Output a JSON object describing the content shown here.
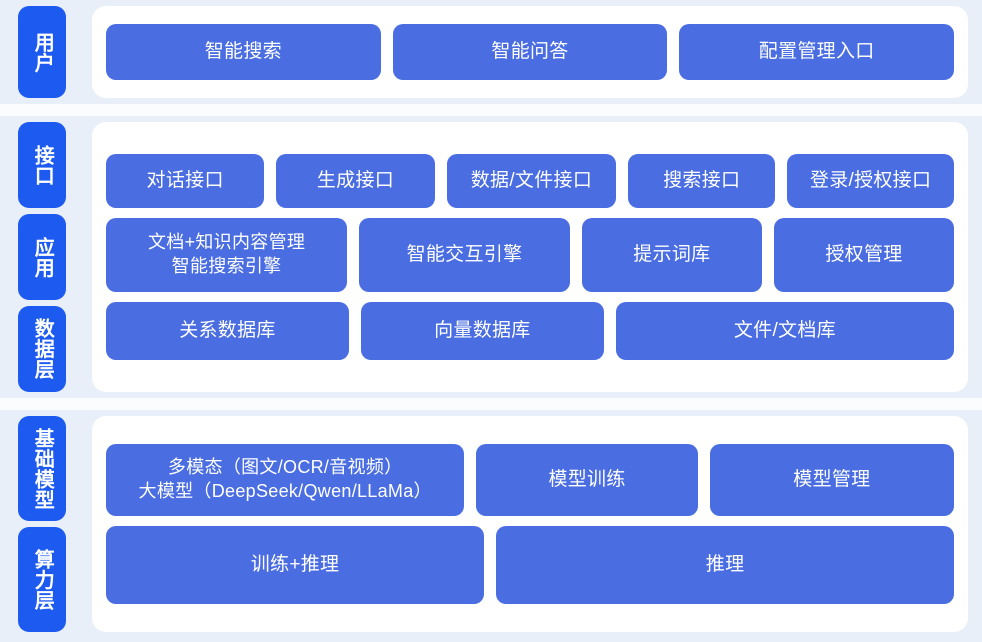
{
  "theme": {
    "page_background": "#e9eff8",
    "panel_background": "#ffffff",
    "node_color": "#4a6de2",
    "rail_tab_color": "#1d5bf0",
    "text_color": "#ffffff"
  },
  "sections": [
    {
      "id": "user",
      "rails": [
        {
          "label": "用户"
        }
      ],
      "rows": [
        {
          "id": "row-user",
          "nodes": [
            {
              "label": "智能搜索",
              "flex": 1
            },
            {
              "label": "智能问答",
              "flex": 1
            },
            {
              "label": "配置管理入口",
              "flex": 1
            }
          ]
        }
      ]
    },
    {
      "id": "mid",
      "rails": [
        {
          "label": "接口"
        },
        {
          "label": "应用"
        },
        {
          "label": "数据层"
        }
      ],
      "rows": [
        {
          "id": "row-interface",
          "nodes": [
            {
              "label": "对话接口",
              "flex": 1
            },
            {
              "label": "生成接口",
              "flex": 1
            },
            {
              "label": "数据/文件接口",
              "flex": 1.08
            },
            {
              "label": "搜索接口",
              "flex": 0.92
            },
            {
              "label": "登录/授权接口",
              "flex": 1.06
            }
          ]
        },
        {
          "id": "row-application",
          "nodes": [
            {
              "label": "文档+知识内容管理\n智能搜索引擎",
              "flex": 1.18,
              "lines": 2
            },
            {
              "label": "智能交互引擎",
              "flex": 1.02
            },
            {
              "label": "提示词库",
              "flex": 0.86
            },
            {
              "label": "授权管理",
              "flex": 0.86
            }
          ]
        },
        {
          "id": "row-data",
          "nodes": [
            {
              "label": "关系数据库",
              "flex": 1
            },
            {
              "label": "向量数据库",
              "flex": 1
            },
            {
              "label": "文件/文档库",
              "flex": 1.42
            }
          ]
        }
      ]
    },
    {
      "id": "base",
      "rails": [
        {
          "label": "基础模型"
        },
        {
          "label": "算力层"
        }
      ],
      "rows": [
        {
          "id": "row-model",
          "nodes": [
            {
              "label": "多模态（图文/OCR/音视频）\n大模型（DeepSeek/Qwen/LLaMa）",
              "flex": 1.5,
              "lines": 2
            },
            {
              "label": "模型训练",
              "flex": 0.9
            },
            {
              "label": "模型管理",
              "flex": 1.0
            }
          ]
        },
        {
          "id": "row-power",
          "nodes": [
            {
              "label": "训练+推理",
              "flex": 1
            },
            {
              "label": "推理",
              "flex": 1.22
            }
          ]
        }
      ]
    }
  ]
}
